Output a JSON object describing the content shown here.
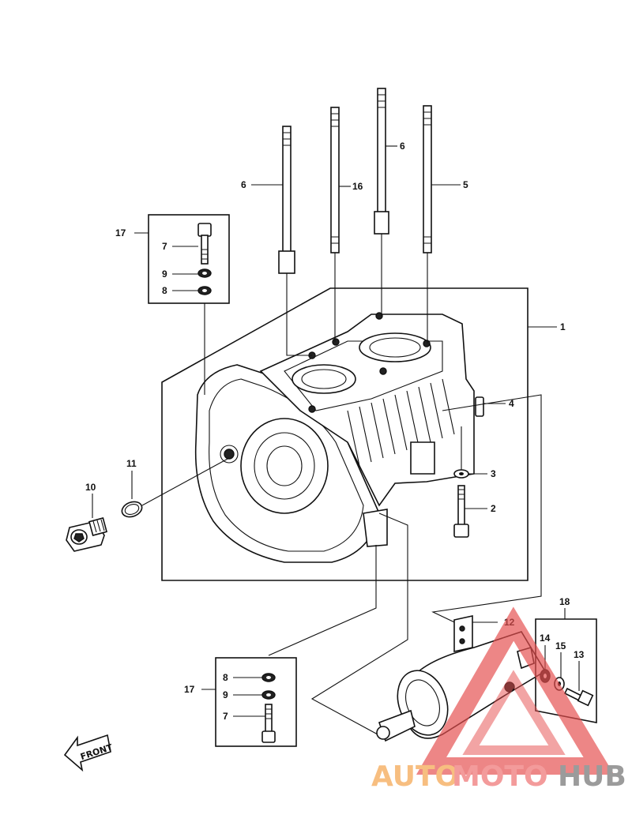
{
  "callouts": {
    "c1": "1",
    "c2": "2",
    "c3": "3",
    "c4": "4",
    "c5": "5",
    "c6a": "6",
    "c6b": "6",
    "c16": "16",
    "c17a": "17",
    "c7a": "7",
    "c9a": "9",
    "c8a": "8",
    "c10": "10",
    "c11": "11",
    "c12": "12",
    "c18": "18",
    "c14": "14",
    "c15": "15",
    "c13": "13",
    "c17b": "17",
    "c8b": "8",
    "c9b": "9",
    "c7b": "7"
  },
  "front_label": "FRONT",
  "watermark": {
    "auto": "AUTO",
    "moto": "MOTO",
    "hub": "HUB",
    "colors": {
      "auto": "#f6b36b",
      "moto": "#f28a8a",
      "hub": "#8a8a8a",
      "triangle": "#e54d4d"
    }
  }
}
